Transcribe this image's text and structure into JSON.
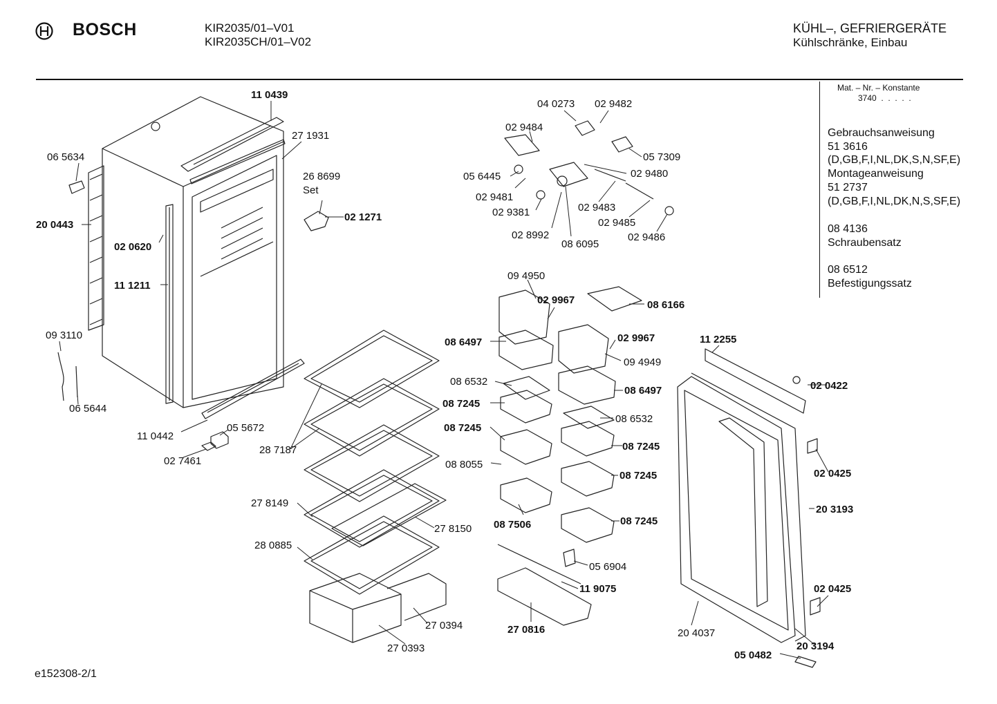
{
  "header": {
    "brand": "BOSCH",
    "logo_icon": "bosch-armature-icon",
    "models": [
      "KIR2035/01–V01",
      "KIR2035CH/01–V02"
    ],
    "category_title": "KÜHL–, GEFRIERGERÄTE",
    "category_subtitle": "Kühlschränke, Einbau"
  },
  "sidebar": {
    "mat_nr_label": "Mat. – Nr. – Konstante",
    "mat_nr_value": "3740  .  .  .  .  .",
    "lines": [
      "Gebrauchsanweisung",
      "51 3616",
      "(D,GB,F,I,NL,DK,S,N,SF,E)",
      "Montageanweisung",
      "51 2737",
      "(D,GB,F,I,NL,DK,N,S,SF,E)",
      "",
      "08 4136",
      "Schraubensatz",
      "",
      "08 6512",
      "Befestigungssatz"
    ]
  },
  "footer": {
    "drawing_code": "e152308-2/1"
  },
  "parts": [
    {
      "text": "11 0439",
      "bold": true
    },
    {
      "text": "27 1931",
      "bold": false
    },
    {
      "text": "06 5634",
      "bold": false
    },
    {
      "text": "26 8699",
      "bold": false
    },
    {
      "text": "Set",
      "bold": false
    },
    {
      "text": "02 1271",
      "bold": true
    },
    {
      "text": "20 0443",
      "bold": true
    },
    {
      "text": "02 0620",
      "bold": true
    },
    {
      "text": "11 1211",
      "bold": true
    },
    {
      "text": "09 3110",
      "bold": false
    },
    {
      "text": "06 5644",
      "bold": false
    },
    {
      "text": "11 0442",
      "bold": false
    },
    {
      "text": "05 5672",
      "bold": false
    },
    {
      "text": "02 7461",
      "bold": false
    },
    {
      "text": "28 7187",
      "bold": false
    },
    {
      "text": "27 8149",
      "bold": false
    },
    {
      "text": "27 8150",
      "bold": false
    },
    {
      "text": "28 0885",
      "bold": false
    },
    {
      "text": "27 0394",
      "bold": false
    },
    {
      "text": "27 0393",
      "bold": false
    },
    {
      "text": "04 0273",
      "bold": false
    },
    {
      "text": "02 9482",
      "bold": false
    },
    {
      "text": "02 9484",
      "bold": false
    },
    {
      "text": "05 7309",
      "bold": false
    },
    {
      "text": "02 9480",
      "bold": false
    },
    {
      "text": "05 6445",
      "bold": false
    },
    {
      "text": "02 9481",
      "bold": false
    },
    {
      "text": "02 9381",
      "bold": false
    },
    {
      "text": "02 9483",
      "bold": false
    },
    {
      "text": "02 9485",
      "bold": false
    },
    {
      "text": "02 8992",
      "bold": false
    },
    {
      "text": "08 6095",
      "bold": false
    },
    {
      "text": "02 9486",
      "bold": false
    },
    {
      "text": "09 4950",
      "bold": false
    },
    {
      "text": "02 9967",
      "bold": true
    },
    {
      "text": "08 6166",
      "bold": true
    },
    {
      "text": "08 6497",
      "bold": true
    },
    {
      "text": "02 9967",
      "bold": true
    },
    {
      "text": "09 4949",
      "bold": false
    },
    {
      "text": "08 6532",
      "bold": false
    },
    {
      "text": "08 6497",
      "bold": true
    },
    {
      "text": "08 7245",
      "bold": true
    },
    {
      "text": "08 6532",
      "bold": false
    },
    {
      "text": "08 7245",
      "bold": true
    },
    {
      "text": "08 7245",
      "bold": true
    },
    {
      "text": "08 8055",
      "bold": false
    },
    {
      "text": "08 7245",
      "bold": true
    },
    {
      "text": "08 7506",
      "bold": true
    },
    {
      "text": "08 7245",
      "bold": true
    },
    {
      "text": "05 6904",
      "bold": false
    },
    {
      "text": "11 9075",
      "bold": true
    },
    {
      "text": "27 0816",
      "bold": true
    },
    {
      "text": "11 2255",
      "bold": true
    },
    {
      "text": "02 0422",
      "bold": true
    },
    {
      "text": "02 0425",
      "bold": true
    },
    {
      "text": "20 3193",
      "bold": true
    },
    {
      "text": "02 0425",
      "bold": true
    },
    {
      "text": "20 4037",
      "bold": false
    },
    {
      "text": "20 3194",
      "bold": true
    },
    {
      "text": "05 0482",
      "bold": true
    }
  ]
}
